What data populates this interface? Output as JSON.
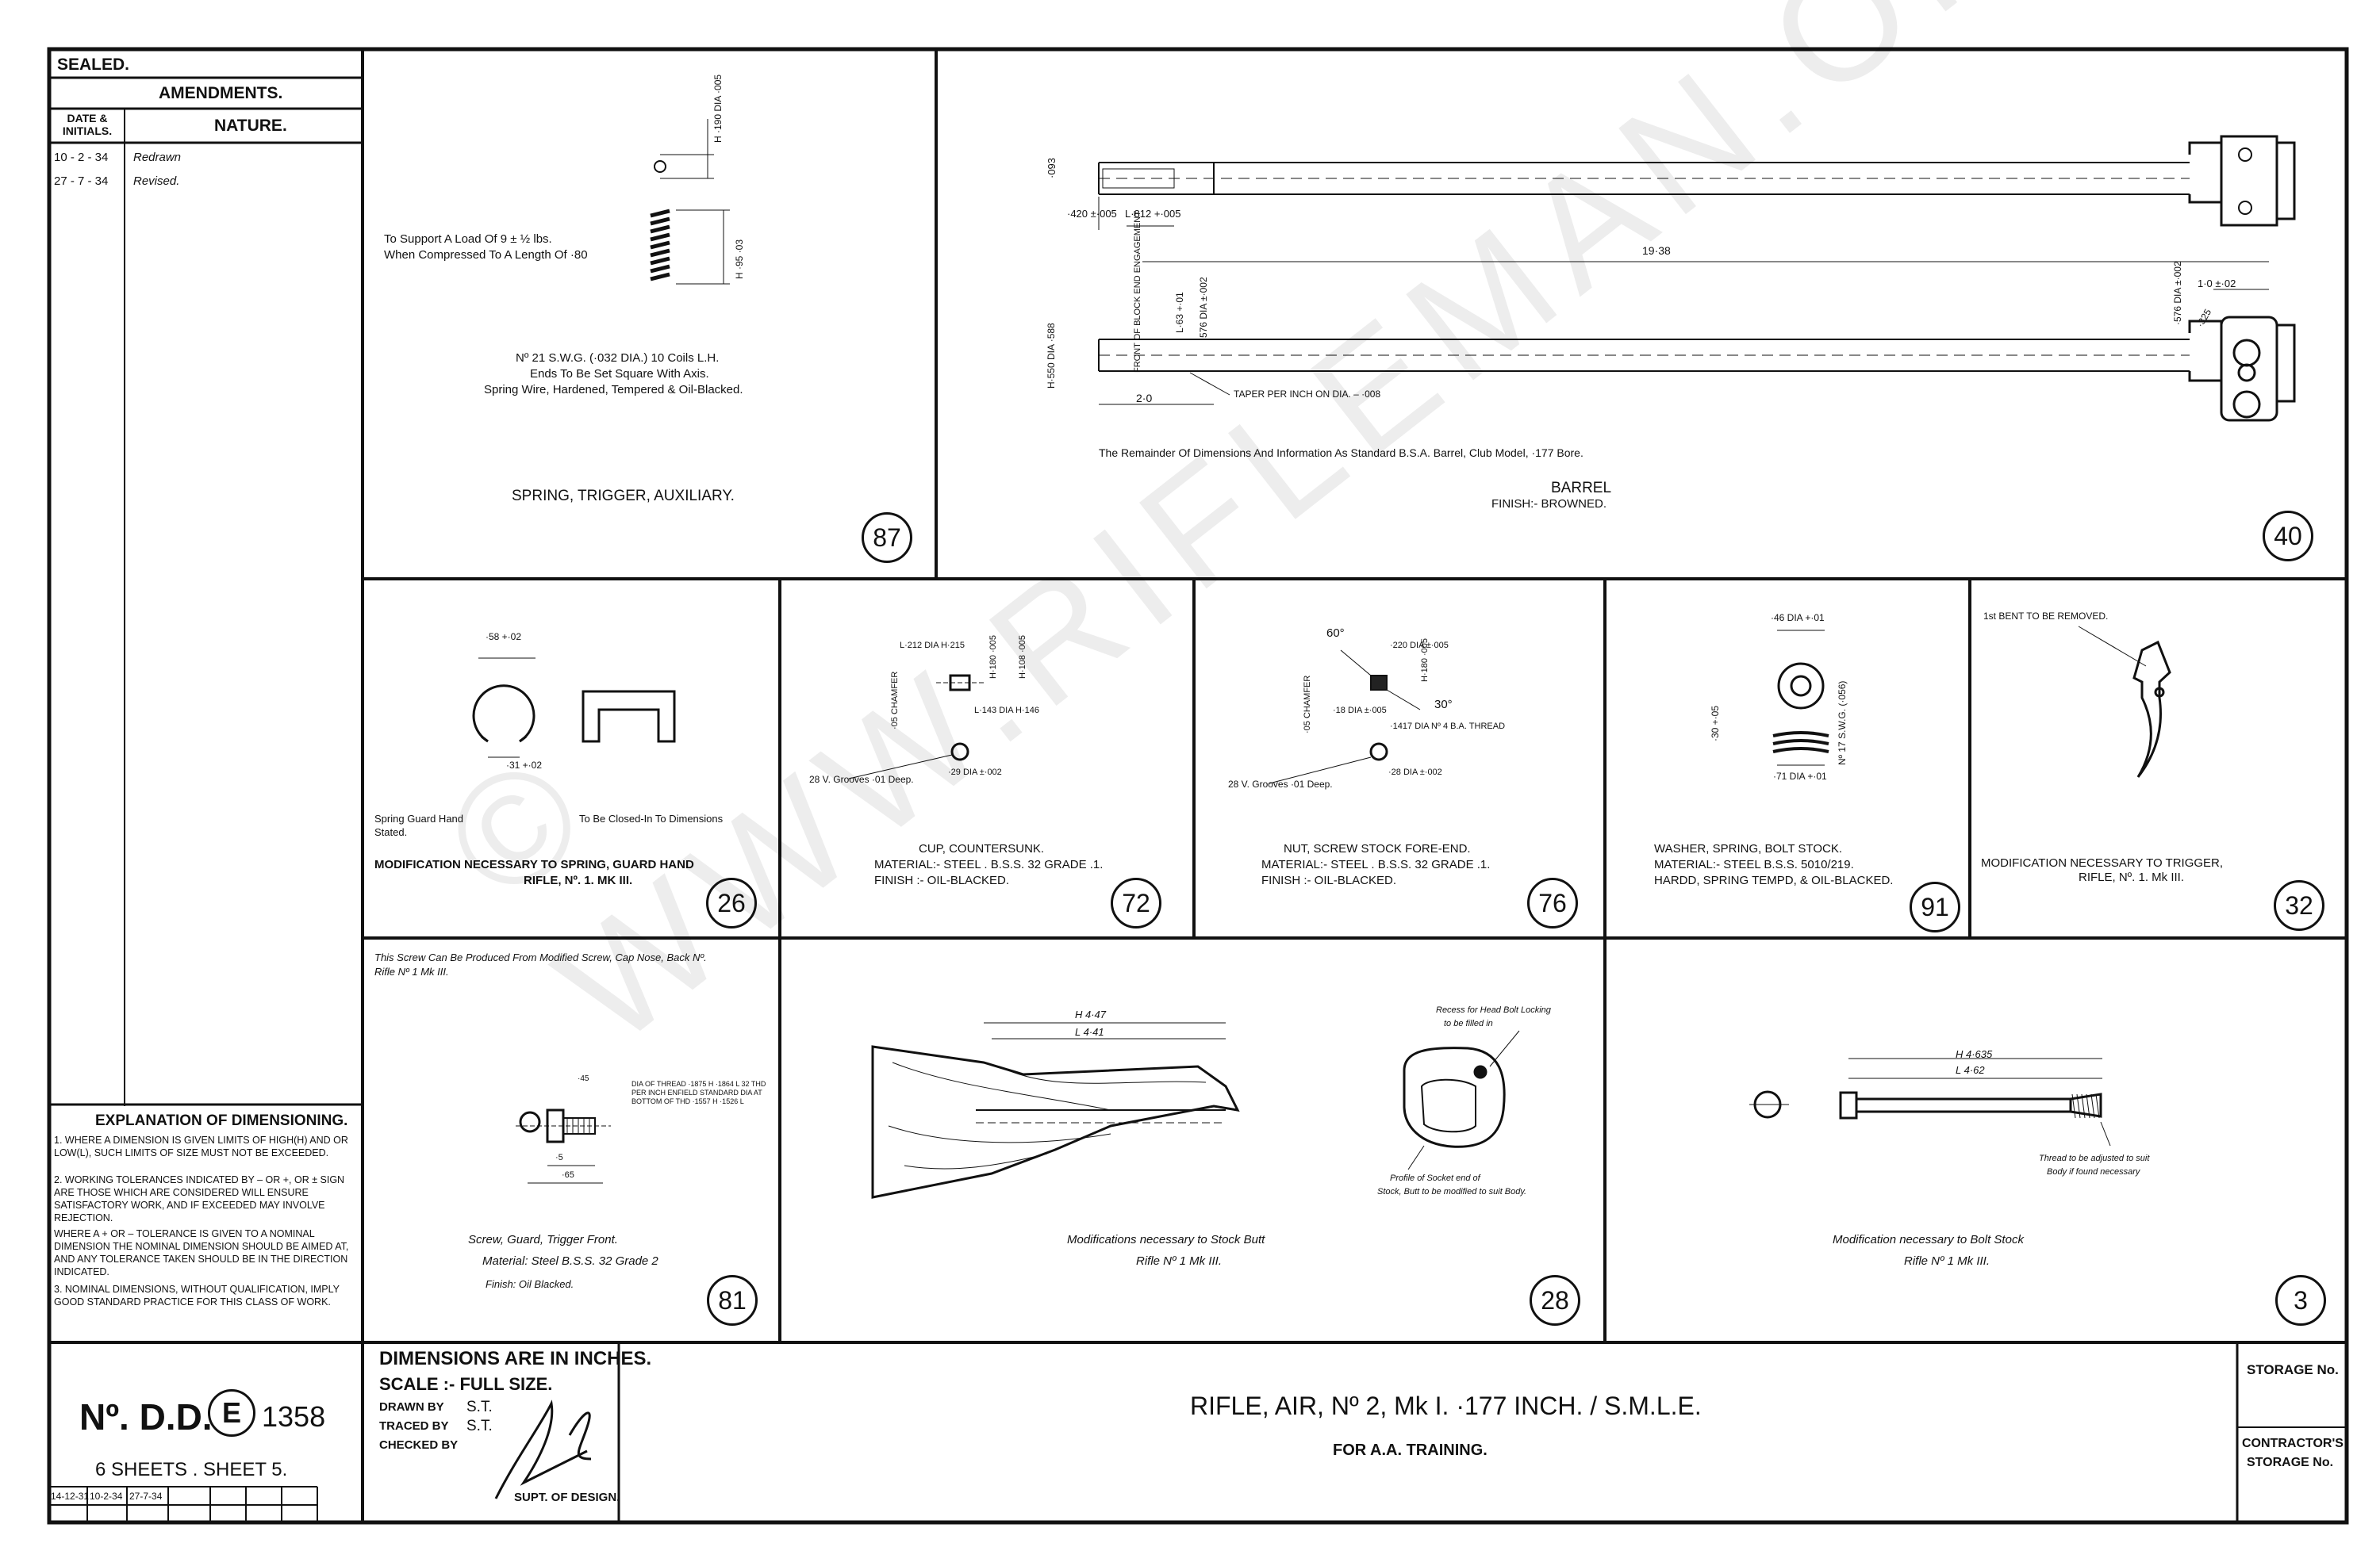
{
  "watermark": "© WWW.RIFLEMAN.ORG.UK",
  "amendments": {
    "sealed": "SEALED.",
    "header": "AMENDMENTS.",
    "col_date": "DATE & INITIALS.",
    "col_nature": "NATURE.",
    "rows": [
      {
        "date": "10 - 2 - 34",
        "nature": "Redrawn"
      },
      {
        "date": "27 - 7 - 34",
        "nature": "Revised."
      }
    ]
  },
  "dimensioning": {
    "title": "EXPLANATION OF DIMENSIONING.",
    "items": [
      "1. WHERE A DIMENSION IS GIVEN LIMITS OF HIGH(H) AND OR LOW(L), SUCH LIMITS OF SIZE MUST NOT BE EXCEEDED.",
      "2. WORKING TOLERANCES INDICATED BY – OR +, OR ± SIGN ARE THOSE WHICH ARE CONSIDERED WILL ENSURE SATISFACTORY WORK, AND IF EXCEEDED MAY INVOLVE REJECTION.",
      "WHERE A + OR – TOLERANCE IS GIVEN TO A NOMINAL DIMENSION THE NOMINAL DIMENSION SHOULD BE AIMED AT, AND ANY TOLERANCE TAKEN SHOULD BE IN THE DIRECTION INDICATED.",
      "3. NOMINAL DIMENSIONS, WITHOUT QUALIFICATION, IMPLY GOOD STANDARD PRACTICE FOR THIS CLASS OF WORK."
    ]
  },
  "drawing_number": {
    "prefix": "Nº. D.D.",
    "letter": "E",
    "number": "1358",
    "sheets": "6 SHEETS . SHEET 5.",
    "dates": [
      "14-12-31",
      "10-2-34",
      "27-7-34",
      "",
      "",
      "",
      ""
    ]
  },
  "info": {
    "dimensions": "DIMENSIONS ARE IN INCHES.",
    "scale": "SCALE :- FULL SIZE.",
    "drawn_by_label": "DRAWN BY",
    "drawn_by": "S.T.",
    "traced_by_label": "TRACED BY",
    "traced_by": "S.T.",
    "checked_by_label": "CHECKED BY",
    "supt": "SUPT. OF DESIGN."
  },
  "title_block": {
    "title": "RIFLE, AIR, Nº 2, Mk I. ·177 INCH. / S.M.L.E.",
    "subtitle": "FOR A.A. TRAINING."
  },
  "storage": {
    "storage_no": "STORAGE No.",
    "contractor_line1": "CONTRACTOR'S",
    "contractor_line2": "STORAGE No."
  },
  "parts": {
    "p87": {
      "num": "87",
      "load_note_1": "To Support A Load Of 9 ± ½ lbs.",
      "load_note_2": "When Compressed To A Length Of ·80",
      "dim_top": "H ·190 DIA  ·005",
      "dim_len": "H ·95  ·03",
      "spec_1": "Nº 21 S.W.G. (·032 DIA.)  10 Coils L.H.",
      "spec_2": "Ends To Be Set Square With Axis.",
      "spec_3": "Spring Wire, Hardened, Tempered & Oil-Blacked.",
      "title": "SPRING, TRIGGER, AUXILIARY."
    },
    "p40": {
      "num": "40",
      "d_093": "·093",
      "d_420": "·420  ±·005",
      "d_812": "L·812  +·005",
      "d_1938": "19·38",
      "d_10": "1·0  ±·02",
      "d_576a": "·576 DIA  ±·002",
      "d_576b": "·576 DIA  ±·002",
      "d_550": "H·550 DIA  ·588",
      "d_63": "L·63  +·01",
      "d_325": "·325",
      "d_20": "2·0",
      "front_note": "FRONT OF BLOCK END ENGAGEMENT",
      "taper": "TAPER PER INCH ON DIA. – ·008",
      "remainder": "The Remainder Of Dimensions And Information As Standard B.S.A. Barrel, Club Model, ·177 Bore.",
      "title": "BARREL",
      "finish": "FINISH:- BROWNED."
    },
    "p26": {
      "num": "26",
      "d_58": "·58  +·02",
      "d_31": "·31  +·02",
      "note_1": "Spring Guard Hand",
      "note_2": "To Be Closed-In To Dimensions",
      "note_3": "Stated.",
      "title_1": "MODIFICATION NECESSARY TO SPRING, GUARD HAND",
      "title_2": "RIFLE, Nº. 1. MK III."
    },
    "p72": {
      "num": "72",
      "d_212": "L·212 DIA  H·215",
      "d_180": "H·180  ·005",
      "d_108": "H·108  ·005",
      "d_143": "L·143 DIA  H·146",
      "chamfer": "·05 CHAMFER",
      "grooves": "28 V. Grooves ·01 Deep.",
      "d_29": "·29 DIA  ±·002",
      "title": "CUP, COUNTERSUNK.",
      "material": "MATERIAL:- STEEL . B.S.S. 32 GRADE .1.",
      "finish": "FINISH :- OIL-BLACKED."
    },
    "p76": {
      "num": "76",
      "angle_60": "60°",
      "angle_30": "30°",
      "d_220": "·220 DIA  ±·005",
      "d_180": "H·180  ·005",
      "d_18": "·18 DIA  ±·005",
      "d_1417": "·1417 DIA  Nº 4 B.A. THREAD",
      "chamfer": "·05 CHAMFER",
      "grooves": "28 V. Grooves ·01 Deep.",
      "d_28": "·28 DIA  ±·002",
      "title": "NUT, SCREW STOCK FORE-END.",
      "material": "MATERIAL:- STEEL . B.S.S. 32 GRADE .1.",
      "finish": "FINISH :- OIL-BLACKED."
    },
    "p91": {
      "num": "91",
      "d_46": "·46 DIA  +·01",
      "d_30": "·30  +·05",
      "d_swg": "Nº 17 S.W.G. (·056)",
      "d_71": "·71 DIA  +·01",
      "title": "WASHER, SPRING, BOLT STOCK.",
      "material": "MATERIAL:- STEEL  B.S.S. 5010/219.",
      "finish": "HARDD, SPRING TEMPD, & OIL-BLACKED."
    },
    "p32": {
      "num": "32",
      "note": "1st BENT TO BE REMOVED.",
      "title_1": "MODIFICATION NECESSARY TO TRIGGER,",
      "title_2": "RIFLE, Nº. 1. Mk III."
    },
    "p81": {
      "num": "81",
      "note_1": "This Screw Can Be Produced From Modified Screw, Cap Nose, Back Nº.",
      "note_2": "Rifle Nº 1 Mk III.",
      "thread_note": "DIA OF THREAD ·1875 H  ·1864 L  32 THD PER INCH ENFIELD STANDARD  DIA AT BOTTOM OF THD ·1557 H ·1526 L",
      "d_45": "·45",
      "d_5": "·5",
      "d_65": "·65",
      "title": "Screw, Guard, Trigger Front.",
      "material": "Material: Steel B.S.S. 32 Grade 2",
      "finish": "Finish: Oil Blacked."
    },
    "p28": {
      "num": "28",
      "d_447": "H 4·47",
      "d_441": "L 4·41",
      "recess_1": "Recess for Head Bolt Locking",
      "recess_2": "to be filled in",
      "profile_1": "Profile of Socket end of",
      "profile_2": "Stock, Butt to be modified to suit Body.",
      "title_1": "Modifications necessary to Stock Butt",
      "title_2": "Rifle Nº 1 Mk III."
    },
    "p3": {
      "num": "3",
      "d_4635": "H 4·635",
      "d_462": "L 4·62",
      "thread_1": "Thread to be adjusted to suit",
      "thread_2": "Body if found necessary",
      "title_1": "Modification necessary to Bolt Stock",
      "title_2": "Rifle Nº 1 Mk III."
    }
  }
}
